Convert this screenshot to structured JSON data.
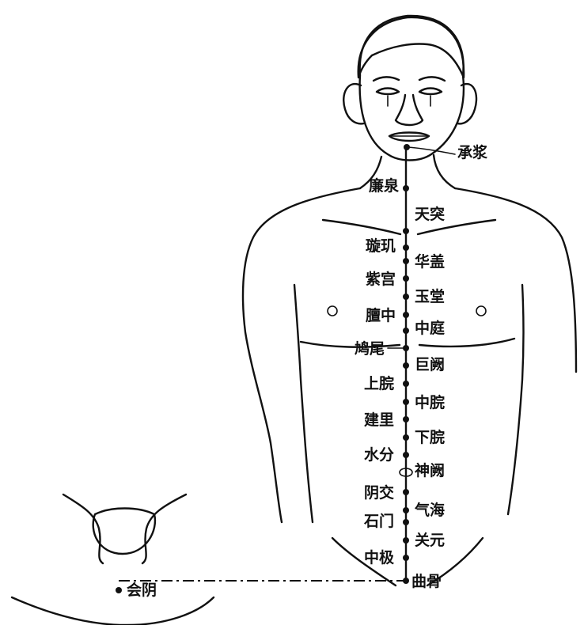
{
  "diagram": {
    "meridian_line_color": "#111111",
    "ink_color": "#111111",
    "background": "#ffffff",
    "points": {
      "chengjiang": "承浆",
      "lianquan": "廉泉",
      "tiantu": "天突",
      "xuanji": "璇玑",
      "huagai": "华盖",
      "zigong": "紫宫",
      "yutang": "玉堂",
      "danzhong": "膻中",
      "zhongting": "中庭",
      "jiuwei": "鸠尾",
      "juque": "巨阙",
      "shangwan": "上脘",
      "zhongwan": "中脘",
      "jianli": "建里",
      "xiawan": "下脘",
      "shuifen": "水分",
      "shenque": "神阙",
      "yinjiao": "阴交",
      "qihai": "气海",
      "shimen": "石门",
      "guanyuan": "关元",
      "zhongji": "中极",
      "qugu": "曲骨",
      "huiyin": "会阴"
    }
  }
}
